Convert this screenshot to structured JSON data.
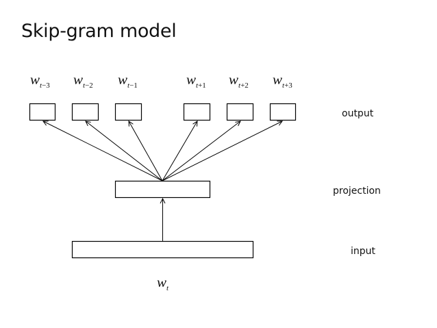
{
  "title": "Skip-gram model",
  "layers": {
    "output": "output",
    "projection": "projection",
    "input": "input"
  },
  "output_words": [
    {
      "base": "w",
      "sub_var": "t",
      "sub_rest": "−3"
    },
    {
      "base": "w",
      "sub_var": "t",
      "sub_rest": "−2"
    },
    {
      "base": "w",
      "sub_var": "t",
      "sub_rest": "−1"
    },
    {
      "base": "w",
      "sub_var": "t",
      "sub_rest": "+1"
    },
    {
      "base": "w",
      "sub_var": "t",
      "sub_rest": "+2"
    },
    {
      "base": "w",
      "sub_var": "t",
      "sub_rest": "+3"
    }
  ],
  "input_word": {
    "base": "w",
    "sub_var": "t",
    "sub_rest": ""
  }
}
